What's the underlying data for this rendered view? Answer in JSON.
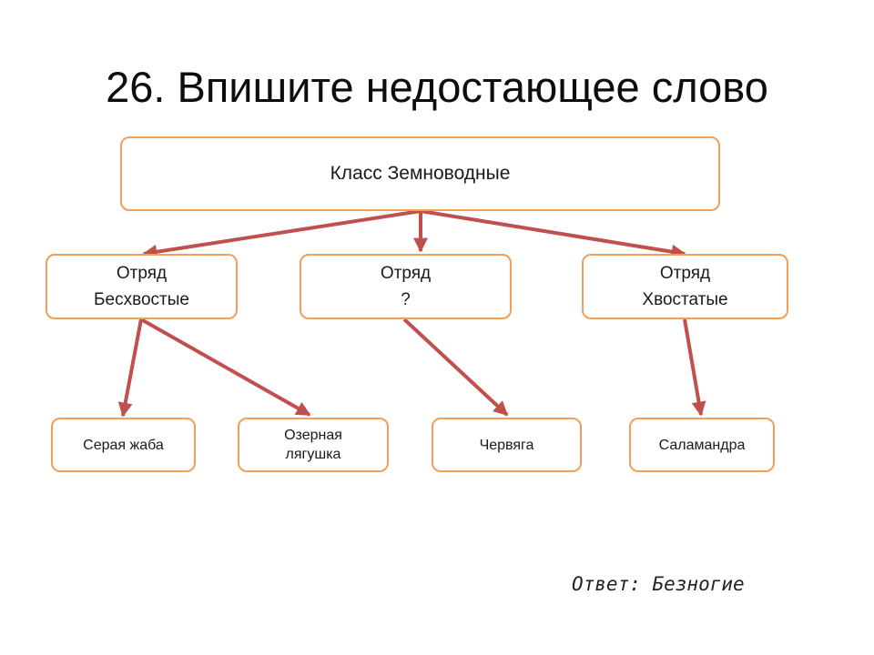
{
  "slide": {
    "title": "26. Впишите недостающее слово"
  },
  "diagram": {
    "root": {
      "label": "Класс Земноводные"
    },
    "orders": [
      {
        "line1": "Отряд",
        "line2": "Бесхвостые"
      },
      {
        "line1": "Отряд",
        "line2": "?"
      },
      {
        "line1": "Отряд",
        "line2": "Хвостатые"
      }
    ],
    "species": [
      {
        "line1": "Серая жаба"
      },
      {
        "line1": "Озерная",
        "line2": "лягушка"
      },
      {
        "line1": "Червяга"
      },
      {
        "line1": "Саламандра"
      }
    ],
    "colors": {
      "box_border": "#f0a05a",
      "arrow": "#c0504d"
    }
  },
  "answer": {
    "text": "Ответ: Безногие"
  }
}
